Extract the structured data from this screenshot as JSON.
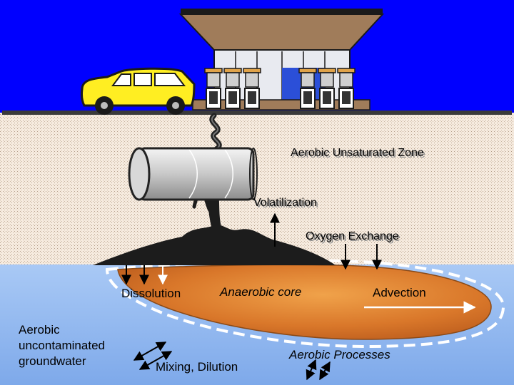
{
  "labels": {
    "aerobic_unsaturated_zone": "Aerobic Unsaturated Zone",
    "volatilization": "Volatilization",
    "oxygen_exchange": "Oxygen Exchange",
    "dissolution": "Dissolution",
    "anaerobic_core": "Anaerobic core",
    "advection": "Advection",
    "aerobic_groundwater_line1": "Aerobic",
    "aerobic_groundwater_line2": "uncontaminated",
    "aerobic_groundwater_line3": "groundwater",
    "mixing_dilution": "Mixing, Dilution",
    "aerobic_processes": "Aerobic Processes"
  },
  "colors": {
    "sky": "#0000ff",
    "soil": "#f3e6d7",
    "groundwater": "#9cc1f2",
    "plume": "#dd7a2a",
    "contaminant": "#1c1c1c",
    "roof": "#a07c5a",
    "car": "#ffee22"
  }
}
